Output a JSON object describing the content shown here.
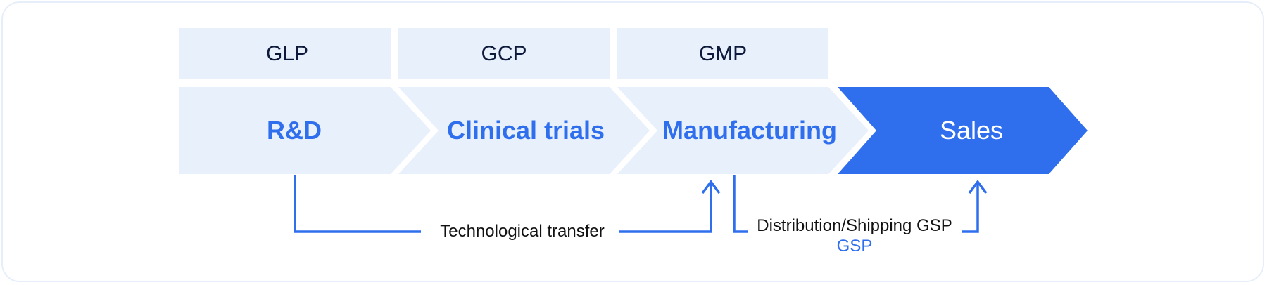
{
  "guidelines": [
    "GLP",
    "GCP",
    "GMP"
  ],
  "stages": [
    "R&D",
    "Clinical trials",
    "Manufacturing",
    "Sales"
  ],
  "connectors": {
    "tech_transfer": "Technological transfer",
    "distribution": "Distribution/Shipping GSP",
    "distribution_sub": "GSP"
  },
  "colors": {
    "light_fill": "#e8f0fb",
    "accent": "#2f6fed",
    "dark_text": "#0e1a3c"
  }
}
